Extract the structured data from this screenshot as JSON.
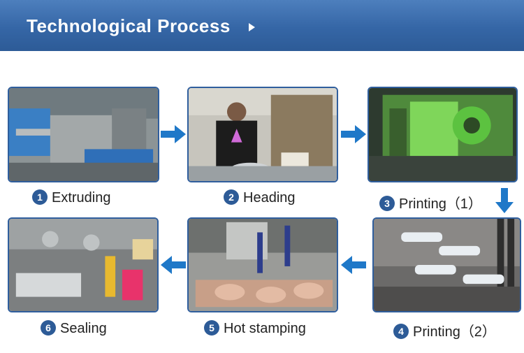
{
  "header": {
    "title": "Technological Process"
  },
  "steps": [
    {
      "num": "1",
      "label": "Extruding"
    },
    {
      "num": "2",
      "label": "Heading"
    },
    {
      "num": "3",
      "label": "Printing（1）"
    },
    {
      "num": "4",
      "label": "Printing（2）"
    },
    {
      "num": "5",
      "label": "Hot stamping"
    },
    {
      "num": "6",
      "label": "Sealing"
    }
  ],
  "colors": {
    "brand_blue": "#2d5b97",
    "arrow_blue": "#1f78c8"
  }
}
